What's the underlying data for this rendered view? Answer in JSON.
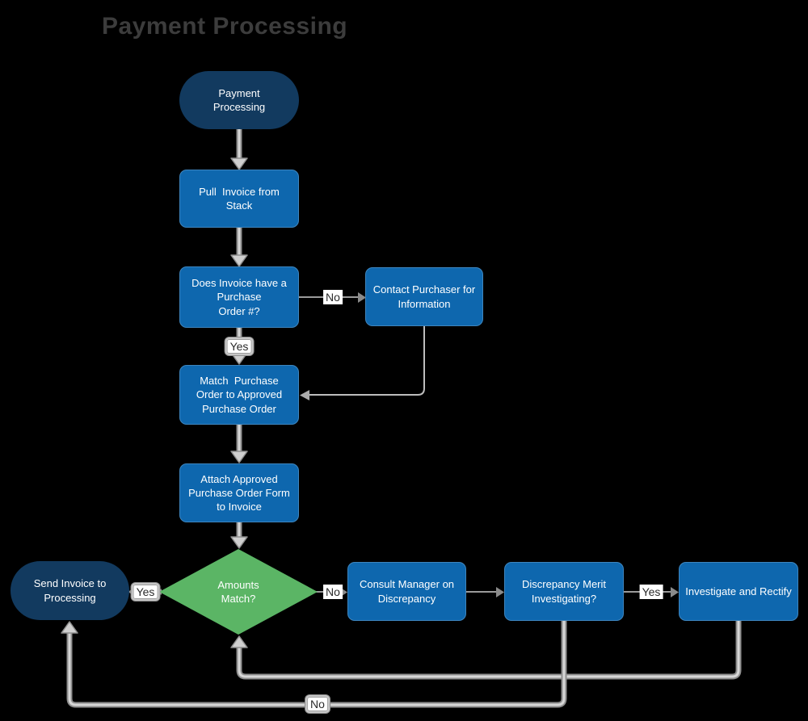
{
  "title": "Payment Processing",
  "nodes": {
    "start": {
      "label": "Payment\nProcessing",
      "shape": "terminator"
    },
    "pull_invoice": {
      "label": "Pull  Invoice from\nStack",
      "shape": "process"
    },
    "has_po": {
      "label": "Does Invoice have a\nPurchase\nOrder #?",
      "shape": "process"
    },
    "contact_purchaser": {
      "label": "Contact Purchaser for\nInformation",
      "shape": "process"
    },
    "match_po": {
      "label": "Match  Purchase\nOrder to Approved\nPurchase Order",
      "shape": "process"
    },
    "attach_form": {
      "label": "Attach Approved\nPurchase Order Form\nto Invoice",
      "shape": "process"
    },
    "amounts_match": {
      "label": "Amounts\nMatch?",
      "shape": "decision"
    },
    "send_invoice": {
      "label": "Send Invoice to\nProcessing",
      "shape": "terminator"
    },
    "consult_manager": {
      "label": "Consult Manager on\nDiscrepancy",
      "shape": "process"
    },
    "merit_investigating": {
      "label": "Discrepancy Merit\nInvestigating?",
      "shape": "process"
    },
    "investigate_rectify": {
      "label": "Investigate and Rectify",
      "shape": "process"
    }
  },
  "edge_labels": {
    "no_po": "No",
    "yes_po": "Yes",
    "yes_amounts": "Yes",
    "no_amounts": "No",
    "yes_investigate": "Yes",
    "no_loop": "No"
  },
  "colors": {
    "background": "#000000",
    "terminator_fill": "#123A5F",
    "process_fill": "#0E67AE",
    "decision_fill": "#5BB565",
    "connector_gray": "#8E8E8E",
    "title_text": "#3C3C3C",
    "node_text": "#FFFFFF"
  }
}
